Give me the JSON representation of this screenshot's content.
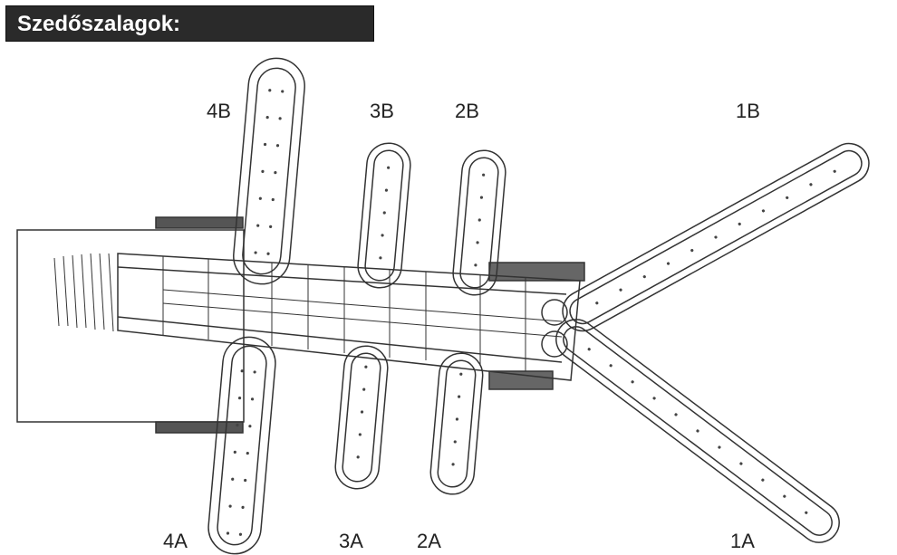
{
  "title": "Szedőszalagok:",
  "labels": {
    "l4B": "4B",
    "l3B": "3B",
    "l2B": "2B",
    "l1B": "1B",
    "l4A": "4A",
    "l3A": "3A",
    "l2A": "2A",
    "l1A": "1A"
  },
  "colors": {
    "title_bg": "#2a2a2a",
    "title_text": "#ffffff",
    "line": "#333333"
  }
}
